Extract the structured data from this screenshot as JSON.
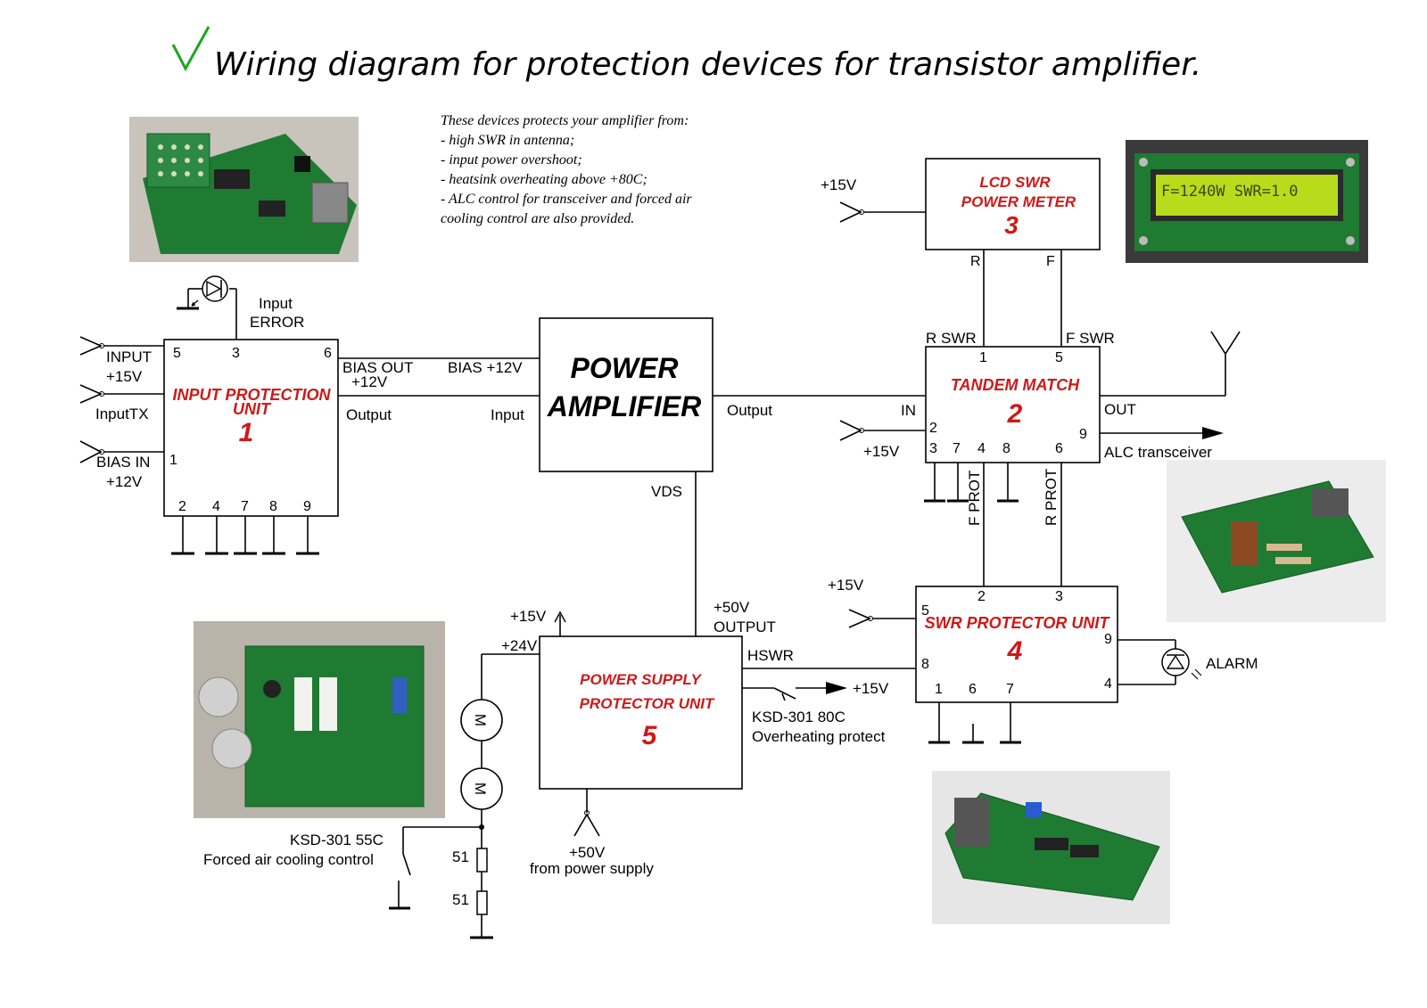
{
  "title": "Wiring diagram for protection devices for transistor amplifier.",
  "colors": {
    "check": "#1aa81a",
    "unit_label": "#d01818",
    "pcb": "#1f7a32"
  },
  "notes": [
    "These devices protects your amplifier from:",
    "- high SWR in antenna;",
    "- input power overshoot;",
    "- heatsink overheating above +80C;",
    "- ALC control for transceiver and forced air",
    "cooling control are also provided."
  ],
  "units": {
    "input_protection": {
      "name1": "INPUT PROTECTION",
      "name2": "UNIT",
      "number": "1"
    },
    "tandem": {
      "name": "TANDEM MATCH",
      "number": "2"
    },
    "lcd": {
      "name1": "LCD SWR",
      "name2": "POWER METER",
      "number": "3"
    },
    "swr_protector": {
      "name": "SWR PROTECTOR UNIT",
      "number": "4"
    },
    "power_supply": {
      "name1": "POWER SUPPLY",
      "name2": "PROTECTOR UNIT",
      "number": "5"
    },
    "amp": {
      "name1": "POWER",
      "name2": "AMPLIFIER"
    }
  },
  "pins": {
    "u1": {
      "p5": "5",
      "p3": "3",
      "p6": "6",
      "p1": "1",
      "p2": "2",
      "p4": "4",
      "p7": "7",
      "p8": "8",
      "p9": "9"
    },
    "u2": {
      "p1": "1",
      "p5": "5",
      "p2": "2",
      "p9": "9",
      "p3": "3",
      "p7": "7",
      "p4": "4",
      "p8": "8",
      "p6": "6"
    },
    "u4": {
      "p2": "2",
      "p3": "3",
      "p5": "5",
      "p8": "8",
      "p9": "9",
      "p4": "4",
      "p1": "1",
      "p6": "6",
      "p7": "7"
    },
    "u3": {
      "r": "R",
      "f": "F"
    }
  },
  "labels": {
    "input": "INPUT",
    "plus15": "+15V",
    "input_tx": "InputTX",
    "bias_in": "BIAS IN",
    "plus12": "+12V",
    "input_error1": "Input",
    "input_error2": "ERROR",
    "bias_out": "BIAS OUT",
    "bias_out_v": "+12V",
    "output": "Output",
    "bias_p12": "BIAS +12V",
    "amp_input": "Input",
    "amp_output": "Output",
    "vds": "VDS",
    "in": "IN",
    "out": "OUT",
    "alc": "ALC transceiver",
    "r_swr": "R SWR",
    "f_swr": "F SWR",
    "f_prot": "F PROT",
    "r_prot": "R PROT",
    "plus50_output1": "+50V",
    "plus50_output2": "OUTPUT",
    "hswr": "HSWR",
    "plus24": "+24V",
    "ksd80_1": "KSD-301 80C",
    "ksd80_2": "Overheating protect",
    "alarm": "ALARM",
    "plus50_supply1": "+50V",
    "plus50_supply2": "from power supply",
    "ksd55_1": "KSD-301 55C",
    "ksd55_2": "Forced air cooling control",
    "r51a": "51",
    "r51b": "51",
    "motor": "M"
  },
  "lcd_display": "F=1240W SWR=1.0",
  "icons": [
    "check-icon",
    "led-icon",
    "antenna-icon",
    "motor-icon",
    "resistor-icon",
    "thermal-switch-icon",
    "ground-icon",
    "arrow-icon"
  ]
}
